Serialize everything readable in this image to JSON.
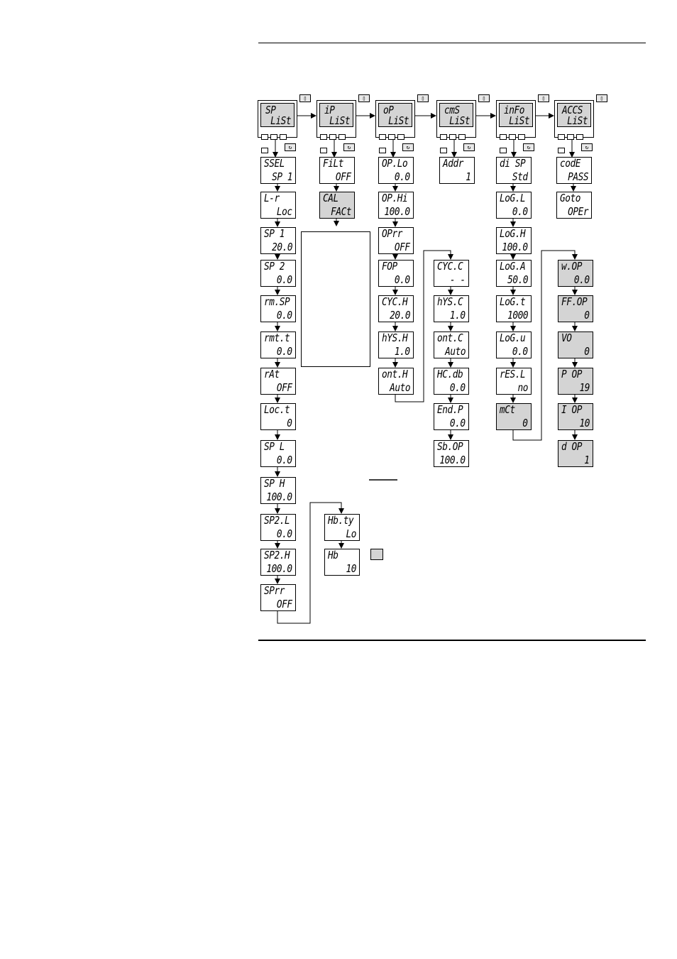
{
  "colors": {
    "line": "#000000",
    "shade": "#d4d4d4"
  },
  "icons": {
    "page_key": "page-key-icon",
    "scroll_key": "scroll-key-icon"
  },
  "headers": [
    {
      "id": "sp",
      "top": "SP",
      "bottom": "LiSt"
    },
    {
      "id": "ip",
      "top": "iP",
      "bottom": "LiSt"
    },
    {
      "id": "op",
      "top": "oP",
      "bottom": "LiSt"
    },
    {
      "id": "cms",
      "top": "cmS",
      "bottom": "LiSt"
    },
    {
      "id": "info",
      "top": "inFo",
      "bottom": "LiSt"
    },
    {
      "id": "accs",
      "top": "ACCS",
      "bottom": "LiSt"
    }
  ],
  "columns": {
    "sp": [
      {
        "top": "SSEL",
        "bottom": "SP 1"
      },
      {
        "top": "L-r",
        "bottom": "Loc"
      },
      {
        "top": "SP 1",
        "bottom": "20.0"
      },
      {
        "top": "SP 2",
        "bottom": "0.0"
      },
      {
        "top": "rm.SP",
        "bottom": "0.0"
      },
      {
        "top": "rmt.t",
        "bottom": "0.0"
      },
      {
        "top": "rAt",
        "bottom": "OFF"
      },
      {
        "top": "Loc.t",
        "bottom": "0"
      },
      {
        "top": "SP L",
        "bottom": "0.0"
      },
      {
        "top": "SP H",
        "bottom": "100.0"
      },
      {
        "top": "SP2.L",
        "bottom": "0.0"
      },
      {
        "top": "SP2.H",
        "bottom": "100.0"
      },
      {
        "top": "SPrr",
        "bottom": "OFF"
      }
    ],
    "hb": [
      {
        "top": "Hb.ty",
        "bottom": "Lo"
      },
      {
        "top": "Hb",
        "bottom": "10"
      }
    ],
    "ip": [
      {
        "top": "FiLt",
        "bottom": "OFF"
      },
      {
        "top": "CAL",
        "bottom": "FACt",
        "shaded": true
      }
    ],
    "op": [
      {
        "top": "OP.Lo",
        "bottom": "0.0"
      },
      {
        "top": "OP.Hi",
        "bottom": "100.0"
      },
      {
        "top": "OPrr",
        "bottom": "OFF"
      },
      {
        "top": "FOP",
        "bottom": "0.0"
      },
      {
        "top": "CYC.H",
        "bottom": "20.0"
      },
      {
        "top": "hYS.H",
        "bottom": "1.0"
      },
      {
        "top": "ont.H",
        "bottom": "Auto"
      }
    ],
    "cool": [
      {
        "top": "CYC.C",
        "bottom": "- -"
      },
      {
        "top": "hYS.C",
        "bottom": "1.0"
      },
      {
        "top": "ont.C",
        "bottom": "Auto"
      },
      {
        "top": "HC.db",
        "bottom": "0.0"
      },
      {
        "top": "End.P",
        "bottom": "0.0"
      },
      {
        "top": "Sb.OP",
        "bottom": "100.0"
      }
    ],
    "cms": [
      {
        "top": "Addr",
        "bottom": "1"
      }
    ],
    "info": [
      {
        "top": "di SP",
        "bottom": "Std"
      },
      {
        "top": "LoG.L",
        "bottom": "0.0"
      },
      {
        "top": "LoG.H",
        "bottom": "100.0"
      },
      {
        "top": "LoG.A",
        "bottom": "50.0"
      },
      {
        "top": "LoG.t",
        "bottom": "1000"
      },
      {
        "top": "LoG.u",
        "bottom": "0.0"
      },
      {
        "top": "rES.L",
        "bottom": "no"
      },
      {
        "top": "mCt",
        "bottom": "0",
        "shaded": true
      }
    ],
    "diag": [
      {
        "top": "w.OP",
        "bottom": "0.0",
        "shaded": true
      },
      {
        "top": "FF.OP",
        "bottom": "0",
        "shaded": true
      },
      {
        "top": "VO",
        "bottom": "0",
        "shaded": true
      },
      {
        "top": "P OP",
        "bottom": "19",
        "shaded": true
      },
      {
        "top": "I OP",
        "bottom": "10",
        "shaded": true
      },
      {
        "top": "d OP",
        "bottom": "1",
        "shaded": true
      }
    ],
    "accs": [
      {
        "top": "codE",
        "bottom": "PASS"
      },
      {
        "top": "Goto",
        "bottom": "OPEr"
      }
    ]
  }
}
